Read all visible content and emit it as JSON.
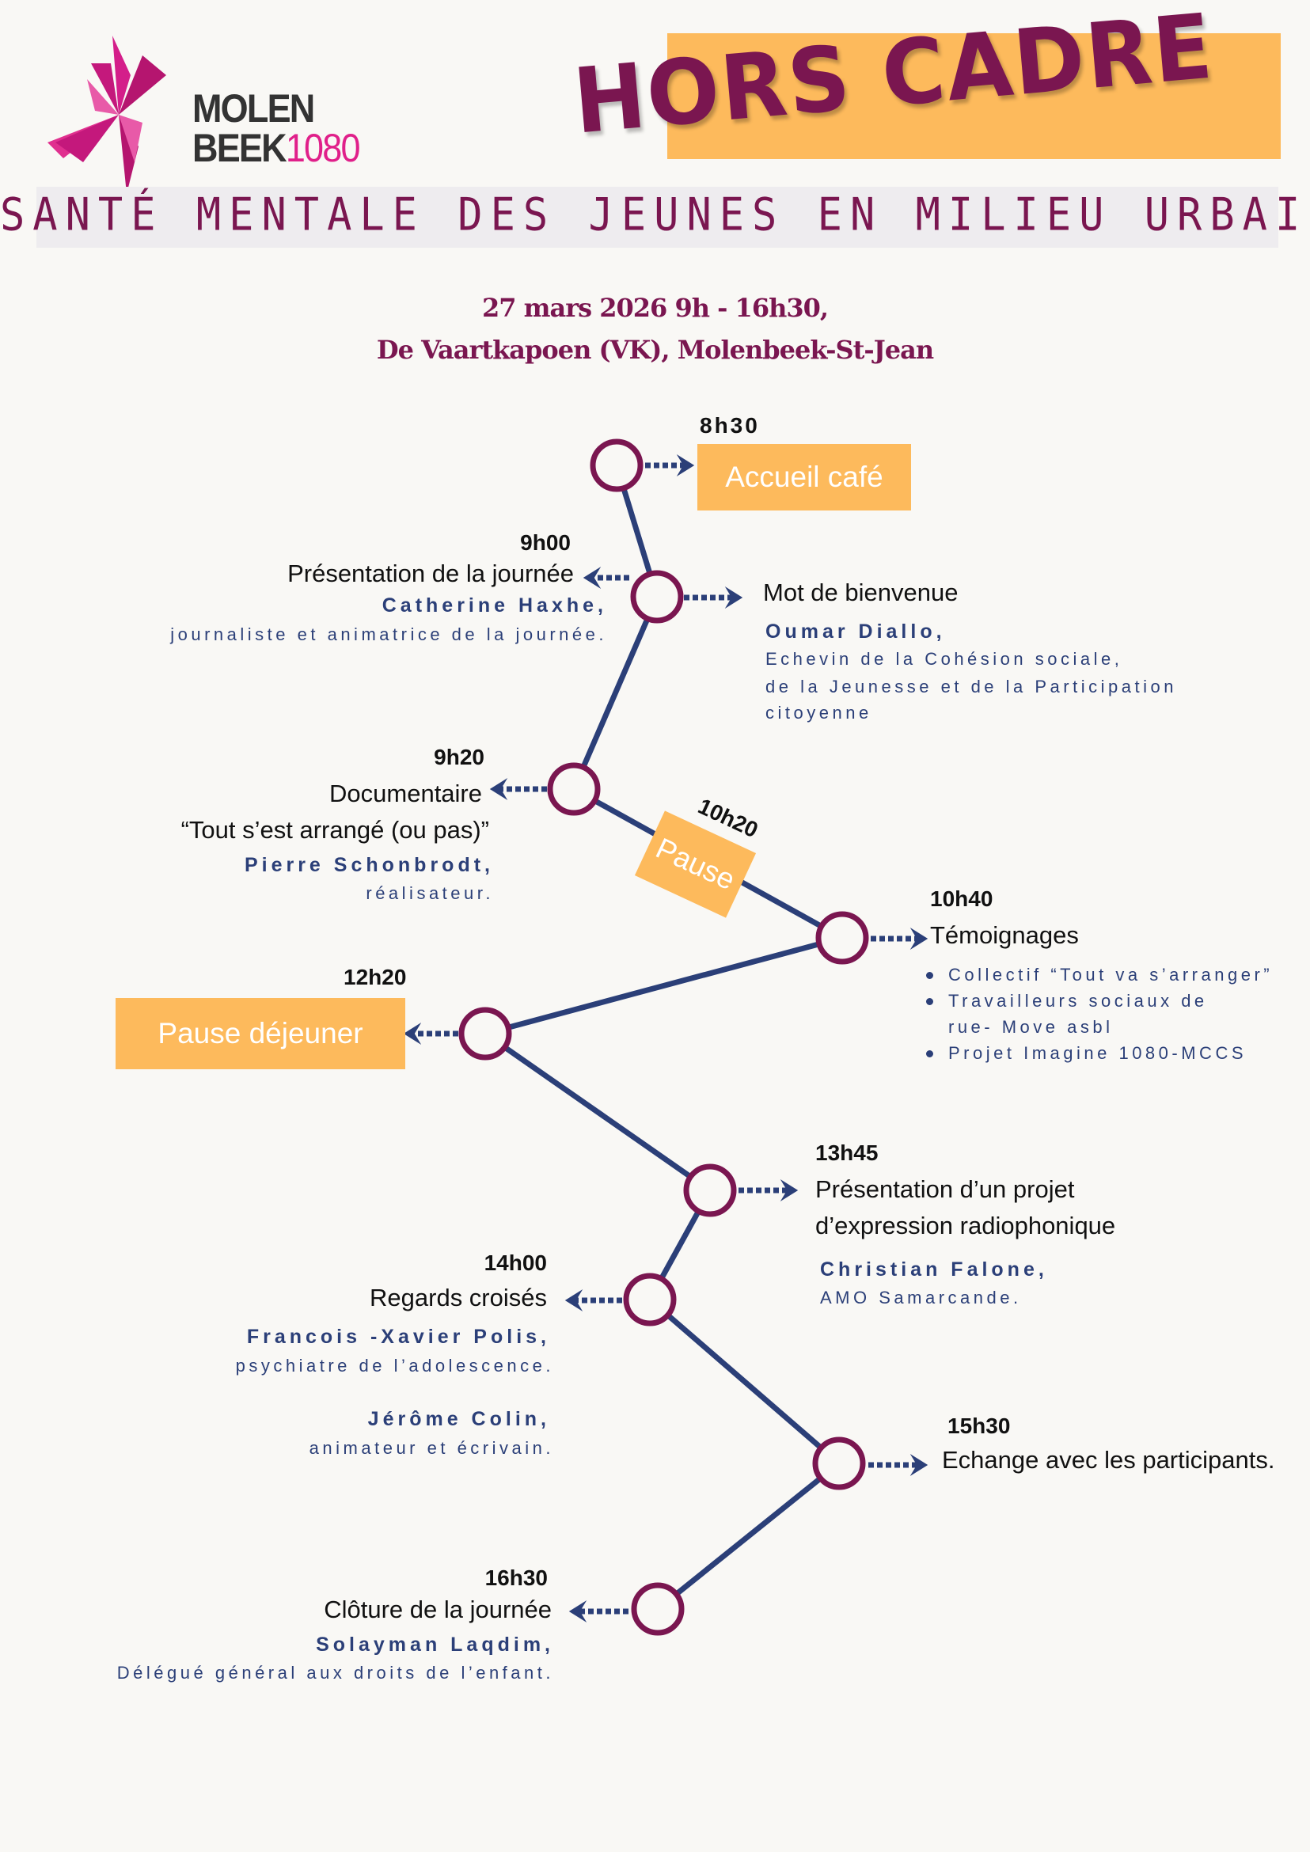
{
  "logo": {
    "line1": "MOLEN",
    "line2": "BEEK",
    "number": "1080"
  },
  "header": {
    "title": "HORS CADRE",
    "subtitle": "SANTÉ MENTALE DES JEUNES EN MILIEU URBAIN",
    "date": "27  mars 2026  9h - 16h30,",
    "venue": "De Vaartkapoen (VK), Molenbeek-St-Jean"
  },
  "colors": {
    "accent": "#fdba5c",
    "title": "#7a1650",
    "line": "#2b3f78",
    "node": "#7a1650"
  },
  "program": {
    "accueil": {
      "time": "8h30",
      "label": "Accueil café"
    },
    "presentation": {
      "time": "9h00",
      "title": "Présentation de la journée",
      "name": "Catherine Haxhe,",
      "role": "journaliste et animatrice de la journée."
    },
    "bienvenue": {
      "title": "Mot de bienvenue",
      "name": "Oumar Diallo,",
      "role_lines": [
        "Echevin de la Cohésion sociale,",
        "de la Jeunesse et de la Participation",
        "citoyenne"
      ]
    },
    "documentaire": {
      "time": "9h20",
      "title": "Documentaire",
      "subtitle": "“Tout s’est arrangé (ou pas)”",
      "name": "Pierre Schonbrodt,",
      "role": "réalisateur."
    },
    "pause": {
      "time": "10h20",
      "label": "Pause"
    },
    "temoignages": {
      "time": "10h40",
      "title": "Témoignages",
      "items": [
        "Collectif “Tout va s’arranger”",
        "Travailleurs sociaux de rue- Move asbl",
        "Projet Imagine 1080-MCCS"
      ]
    },
    "dejeuner": {
      "time": "12h20",
      "label": "Pause déjeuner"
    },
    "radio": {
      "time": "13h45",
      "title_lines": [
        "Présentation d’un projet",
        "d’expression radiophonique"
      ],
      "name": "Christian Falone,",
      "role": "AMO Samarcande."
    },
    "regards": {
      "time": "14h00",
      "title": "Regards croisés",
      "speakers": [
        {
          "name": "Francois -Xavier Polis,",
          "role": "psychiatre de l’adolescence."
        },
        {
          "name": "Jérôme Colin,",
          "role": "animateur et écrivain."
        }
      ]
    },
    "echange": {
      "time": "15h30",
      "title": "Echange avec les  participants."
    },
    "cloture": {
      "time": "16h30",
      "title": "Clôture de la journée",
      "name": "Solayman Laqdim,",
      "role": "Délégué général aux droits de l’enfant."
    }
  }
}
